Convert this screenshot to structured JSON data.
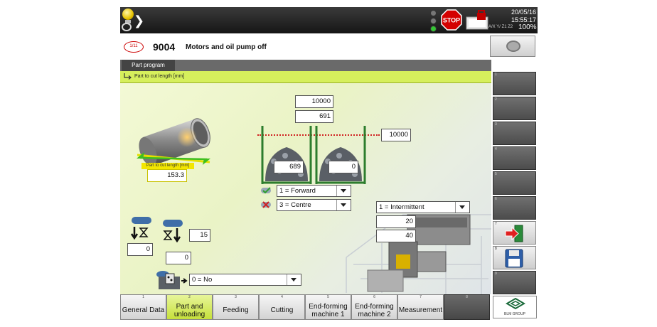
{
  "topbar": {
    "date": "20/05/16",
    "time": "15:55:17",
    "axis": "A/X Y/ Z1 Z2",
    "percent": "100%"
  },
  "message": {
    "badge": "1/11",
    "code": "9004",
    "text": "Motors and oil pump off"
  },
  "tabs": {
    "part_program": "Part program"
  },
  "page": {
    "title": "Part to cut length [mm]",
    "cut_length_label": "Part to cut length [mm]",
    "cut_length": "153.3",
    "length_top": "10000",
    "length_second": "691",
    "threshold": "10000",
    "bin_left": "689",
    "bin_right": "0",
    "direction": "1 = Forward",
    "position": "3 = Centre",
    "mode": "1 = Intermittent",
    "value_20": "20",
    "value_40": "40",
    "value_15": "15",
    "value_0_left": "0",
    "value_0_mid": "0",
    "vise_option": "0 = No"
  },
  "sidebar": {
    "numbers": [
      "1",
      "2",
      "3",
      "4",
      "5",
      "6",
      "7",
      "8",
      "9"
    ]
  },
  "softkeys": [
    {
      "num": "1",
      "label": "General Data"
    },
    {
      "num": "2",
      "label": "Part and unloading"
    },
    {
      "num": "3",
      "label": "Feeding"
    },
    {
      "num": "4",
      "label": "Cutting"
    },
    {
      "num": "5",
      "label": "End-forming machine 1"
    },
    {
      "num": "6",
      "label": "End-forming machine 2"
    },
    {
      "num": "7",
      "label": "Measurement"
    },
    {
      "num": "8",
      "label": ""
    }
  ],
  "logo_text": "BLM GROUP",
  "colors": {
    "accent_green": "#d6ef5c",
    "stop_red": "#d40000",
    "led_green": "#35c435"
  }
}
